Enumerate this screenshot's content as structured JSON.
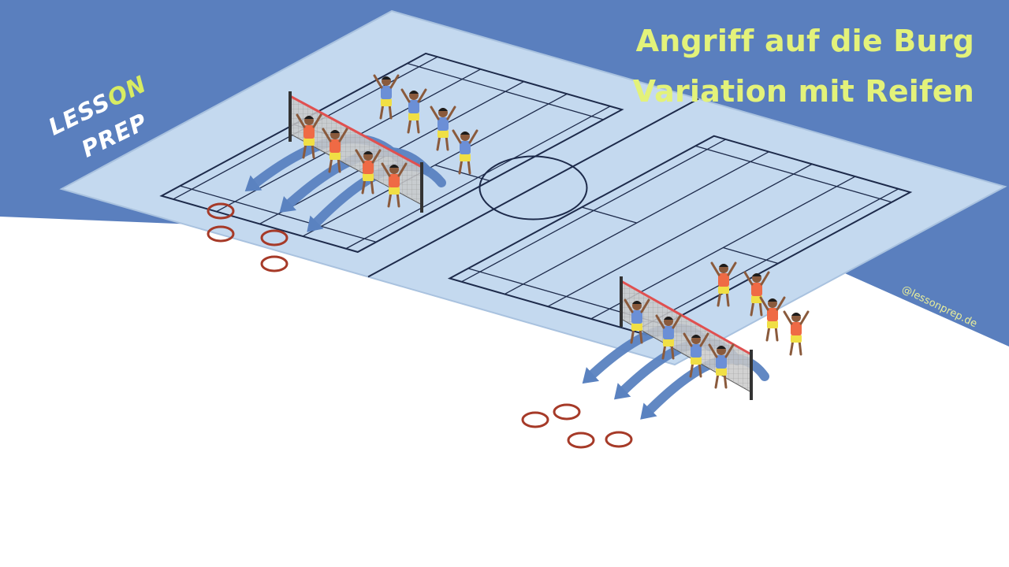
{
  "title": {
    "line1": "Angriff auf die Burg",
    "line2": "Variation mit Reifen"
  },
  "logo": {
    "word1_a": "LESS",
    "word1_b": "ON",
    "word2": "PREP"
  },
  "watermark": "@lessonprep.de",
  "colors": {
    "banner": "#5a7fbe",
    "floor": "#c4d9ef",
    "floor_edge": "#a9c2df",
    "lines": "#1d2a4a",
    "title": "#e3f27a",
    "logo_accent": "#d8ec62",
    "arrow": "#5a82c0",
    "hoop": "#a63a28",
    "team_attack_shirt": "#ef6a45",
    "team_defend_shirt": "#6b8fd6",
    "shorts": "#f0df45",
    "net": "#c9c9c9",
    "net_band": "#e05050",
    "watermark": "#e9ee9a"
  },
  "scene": {
    "courts": 2,
    "hoops_per_court": 4,
    "arrows_per_court": 3,
    "attackers_per_court": 4,
    "defenders_per_court": 4
  }
}
